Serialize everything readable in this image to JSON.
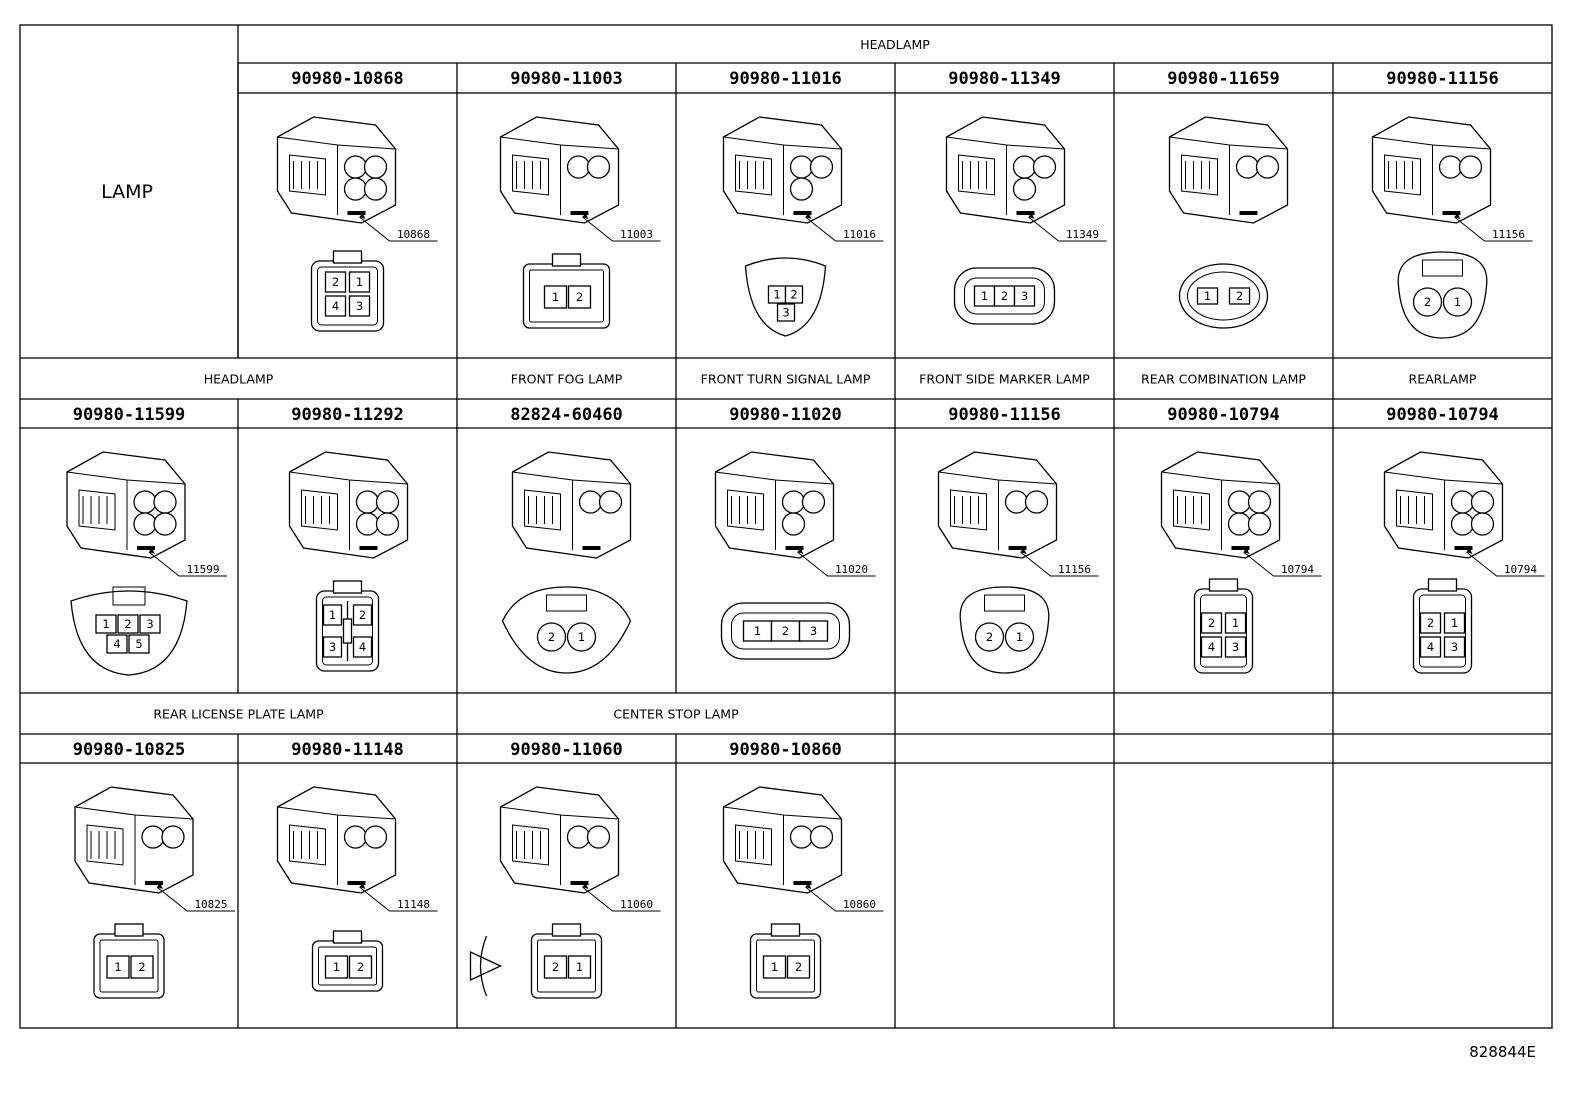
{
  "header_label": "LAMP",
  "figure_id": "828844E",
  "rows": [
    {
      "groups": [
        {
          "label": "HEADLAMP",
          "span": 6
        }
      ],
      "cells": [
        {
          "part": "90980-10868",
          "callout": "10868",
          "pins": [
            "2",
            "1",
            "4",
            "3"
          ],
          "pin_style": "grid2x2"
        },
        {
          "part": "90980-11003",
          "callout": "11003",
          "pins": [
            "1",
            "2"
          ],
          "pin_style": "pair"
        },
        {
          "part": "90980-11016",
          "callout": "11016",
          "pins": [
            "1",
            "2",
            "3"
          ],
          "pin_style": "tri"
        },
        {
          "part": "90980-11349",
          "callout": "11349",
          "pins": [
            "1",
            "2",
            "3"
          ],
          "pin_style": "row3small"
        },
        {
          "part": "90980-11659",
          "callout": "",
          "pins": [
            "1",
            "2"
          ],
          "pin_style": "pair-round"
        },
        {
          "part": "90980-11156",
          "callout": "11156",
          "pins": [
            "2",
            "1"
          ],
          "pin_style": "circles"
        }
      ]
    },
    {
      "groups": [
        {
          "label": "HEADLAMP",
          "span": 2
        },
        {
          "label": "FRONT FOG LAMP",
          "span": 1
        },
        {
          "label": "FRONT TURN SIGNAL LAMP",
          "span": 1
        },
        {
          "label": "FRONT SIDE MARKER LAMP",
          "span": 1
        },
        {
          "label": "REAR COMBINATION LAMP",
          "span": 1
        },
        {
          "label": "REARLAMP",
          "span": 1
        }
      ],
      "cells": [
        {
          "part": "90980-11599",
          "callout": "11599",
          "pins": [
            "1",
            "2",
            "3",
            "4",
            "5"
          ],
          "pin_style": "five"
        },
        {
          "part": "90980-11292",
          "callout": "",
          "pins": [
            "1",
            "2",
            "3",
            "4"
          ],
          "pin_style": "split4"
        },
        {
          "part": "82824-60460",
          "callout": "",
          "pins": [
            "2",
            "1"
          ],
          "pin_style": "circles-wide"
        },
        {
          "part": "90980-11020",
          "callout": "11020",
          "pins": [
            "1",
            "2",
            "3"
          ],
          "pin_style": "row3"
        },
        {
          "part": "90980-11156",
          "callout": "11156",
          "pins": [
            "2",
            "1"
          ],
          "pin_style": "circles"
        },
        {
          "part": "90980-10794",
          "callout": "10794",
          "pins": [
            "2",
            "1",
            "4",
            "3"
          ],
          "pin_style": "grid2x2-tall"
        },
        {
          "part": "90980-10794",
          "callout": "10794",
          "pins": [
            "2",
            "1",
            "4",
            "3"
          ],
          "pin_style": "grid2x2-tall"
        }
      ]
    },
    {
      "groups": [
        {
          "label": "REAR LICENSE PLATE LAMP",
          "span": 2
        },
        {
          "label": "CENTER STOP LAMP",
          "span": 2
        },
        {
          "label": "",
          "span": 1
        },
        {
          "label": "",
          "span": 1
        },
        {
          "label": "",
          "span": 1
        }
      ],
      "cells": [
        {
          "part": "90980-10825",
          "callout": "10825",
          "pins": [
            "1",
            "2"
          ],
          "pin_style": "pair-small"
        },
        {
          "part": "90980-11148",
          "callout": "11148",
          "pins": [
            "1",
            "2"
          ],
          "pin_style": "pair-flat"
        },
        {
          "part": "90980-11060",
          "callout": "11060",
          "pins": [
            "2",
            "1"
          ],
          "pin_style": "pair-clip"
        },
        {
          "part": "90980-10860",
          "callout": "10860",
          "pins": [
            "1",
            "2"
          ],
          "pin_style": "pair-small"
        },
        {
          "part": "",
          "callout": "",
          "pins": [],
          "pin_style": "empty"
        },
        {
          "part": "",
          "callout": "",
          "pins": [],
          "pin_style": "empty"
        },
        {
          "part": "",
          "callout": "",
          "pins": [],
          "pin_style": "empty"
        }
      ]
    }
  ]
}
